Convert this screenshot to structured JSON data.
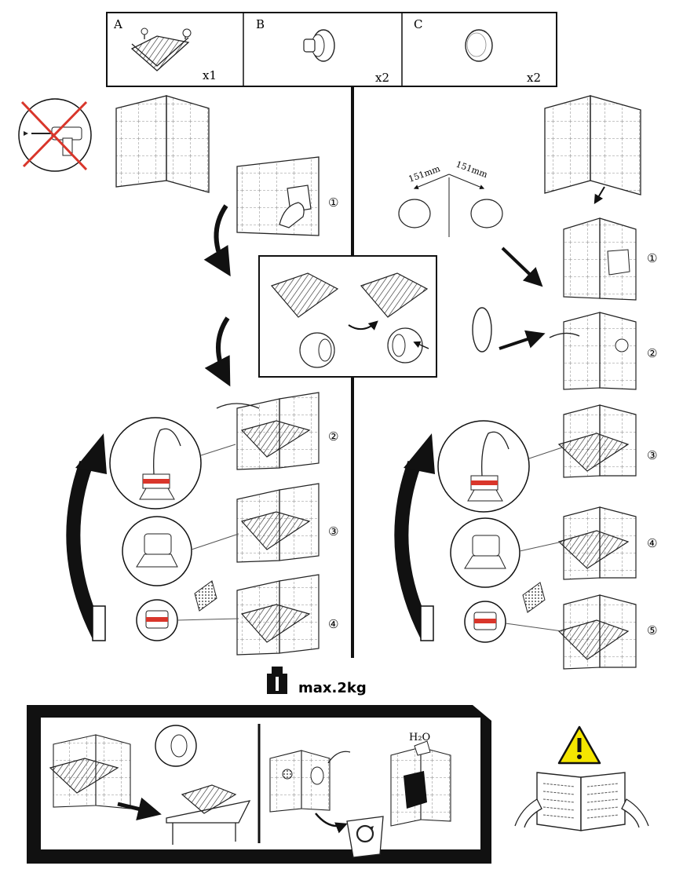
{
  "parts": [
    {
      "letter": "A",
      "qty": "x1"
    },
    {
      "letter": "B",
      "qty": "x2"
    },
    {
      "letter": "C",
      "qty": "x2"
    }
  ],
  "left_steps": [
    "①",
    "②",
    "③",
    "④"
  ],
  "right_steps": [
    "①",
    "②",
    "③",
    "④",
    "⑤"
  ],
  "spacing": {
    "left": "151mm",
    "right": "151mm"
  },
  "max_load": "max.2kg",
  "water_label": "H₂O",
  "colors": {
    "line": "#111111",
    "accent_red": "#d9362b",
    "warning_yellow": "#f5e600"
  },
  "icons": [
    "no-drill-icon",
    "weight-icon",
    "warning-icon",
    "recycle-icon"
  ]
}
